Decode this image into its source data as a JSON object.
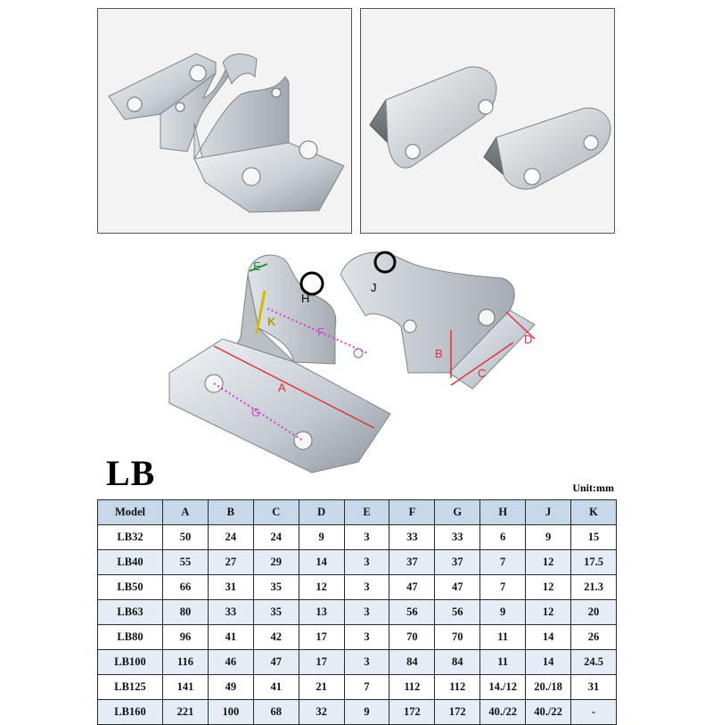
{
  "diagram": {
    "labels": {
      "A": "A",
      "B": "B",
      "C": "C",
      "D": "D",
      "E": "E",
      "F": "F",
      "G": "G",
      "H": "H",
      "J": "J",
      "K": "K"
    }
  },
  "series_title": "LB",
  "unit": "Unit:mm",
  "table": {
    "headers": [
      "Model",
      "A",
      "B",
      "C",
      "D",
      "E",
      "F",
      "G",
      "H",
      "J",
      "K"
    ],
    "rows": [
      [
        "LB32",
        "50",
        "24",
        "24",
        "9",
        "3",
        "33",
        "33",
        "6",
        "9",
        "15"
      ],
      [
        "LB40",
        "55",
        "27",
        "29",
        "14",
        "3",
        "37",
        "37",
        "7",
        "12",
        "17.5"
      ],
      [
        "LB50",
        "66",
        "31",
        "35",
        "12",
        "3",
        "47",
        "47",
        "7",
        "12",
        "21.3"
      ],
      [
        "LB63",
        "80",
        "33",
        "35",
        "13",
        "3",
        "56",
        "56",
        "9",
        "12",
        "20"
      ],
      [
        "LB80",
        "96",
        "41",
        "42",
        "17",
        "3",
        "70",
        "70",
        "11",
        "14",
        "26"
      ],
      [
        "LB100",
        "116",
        "46",
        "47",
        "17",
        "3",
        "84",
        "84",
        "11",
        "14",
        "24.5"
      ],
      [
        "LB125",
        "141",
        "49",
        "41",
        "21",
        "7",
        "112",
        "112",
        "14./12",
        "20./18",
        "31"
      ],
      [
        "LB160",
        "221",
        "100",
        "68",
        "32",
        "9",
        "172",
        "172",
        "40./22",
        "40./22",
        "-"
      ]
    ]
  },
  "colors": {
    "header_fill": "#c6d8ea",
    "row_alt_fill": "#e4edf6",
    "dim_red": "#e0303a",
    "dim_magenta": "#d63cc8",
    "dim_green": "#2e8b3a",
    "dim_yellow": "#d8b800"
  }
}
